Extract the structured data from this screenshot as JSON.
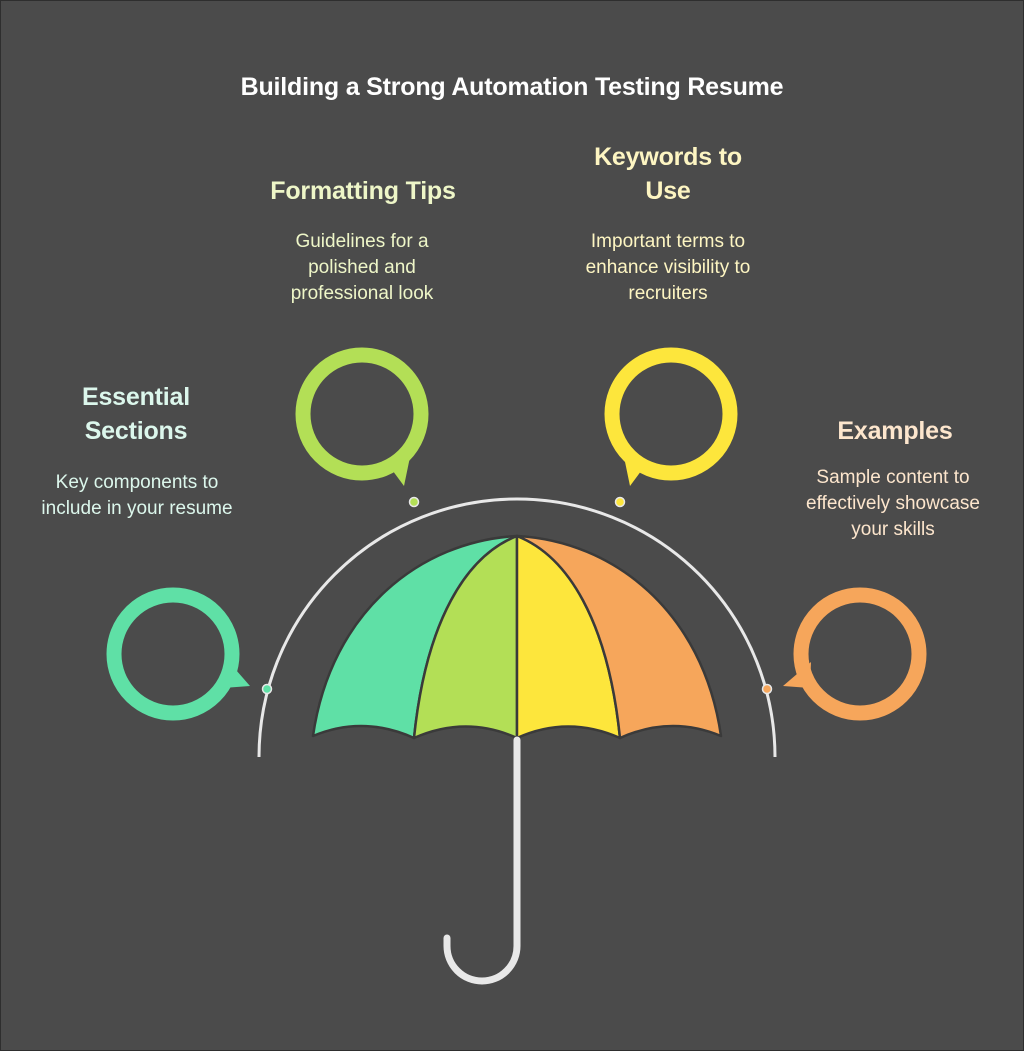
{
  "title": "Building a Strong Automation Testing Resume",
  "colors": {
    "background": "#4b4b4b",
    "title_text": "#ffffff",
    "essential": "#5fe0a6",
    "formatting": "#b3df56",
    "keywords": "#fde63c",
    "examples": "#f6a65b",
    "handle": "#e8e8e8",
    "divider": "#3a3a3a"
  },
  "sections": [
    {
      "id": "essential",
      "title": "Essential Sections",
      "description": "Key components to include in your resume",
      "icon": "speech-bubble-icon",
      "color": "#5fe0a6",
      "text_color": "#dcf7ec"
    },
    {
      "id": "formatting",
      "title": "Formatting Tips",
      "description": "Guidelines for a polished and professional look",
      "icon": "speech-bubble-icon",
      "color": "#b3df56",
      "text_color": "#eef6c8"
    },
    {
      "id": "keywords",
      "title": "Keywords to Use",
      "description": "Important terms to enhance visibility to recruiters",
      "icon": "speech-bubble-icon",
      "color": "#fde63c",
      "text_color": "#fdf5c2"
    },
    {
      "id": "examples",
      "title": "Examples",
      "description": "Sample content to effectively showcase your skills",
      "icon": "speech-bubble-icon",
      "color": "#f6a65b",
      "text_color": "#fde6cd"
    }
  ]
}
